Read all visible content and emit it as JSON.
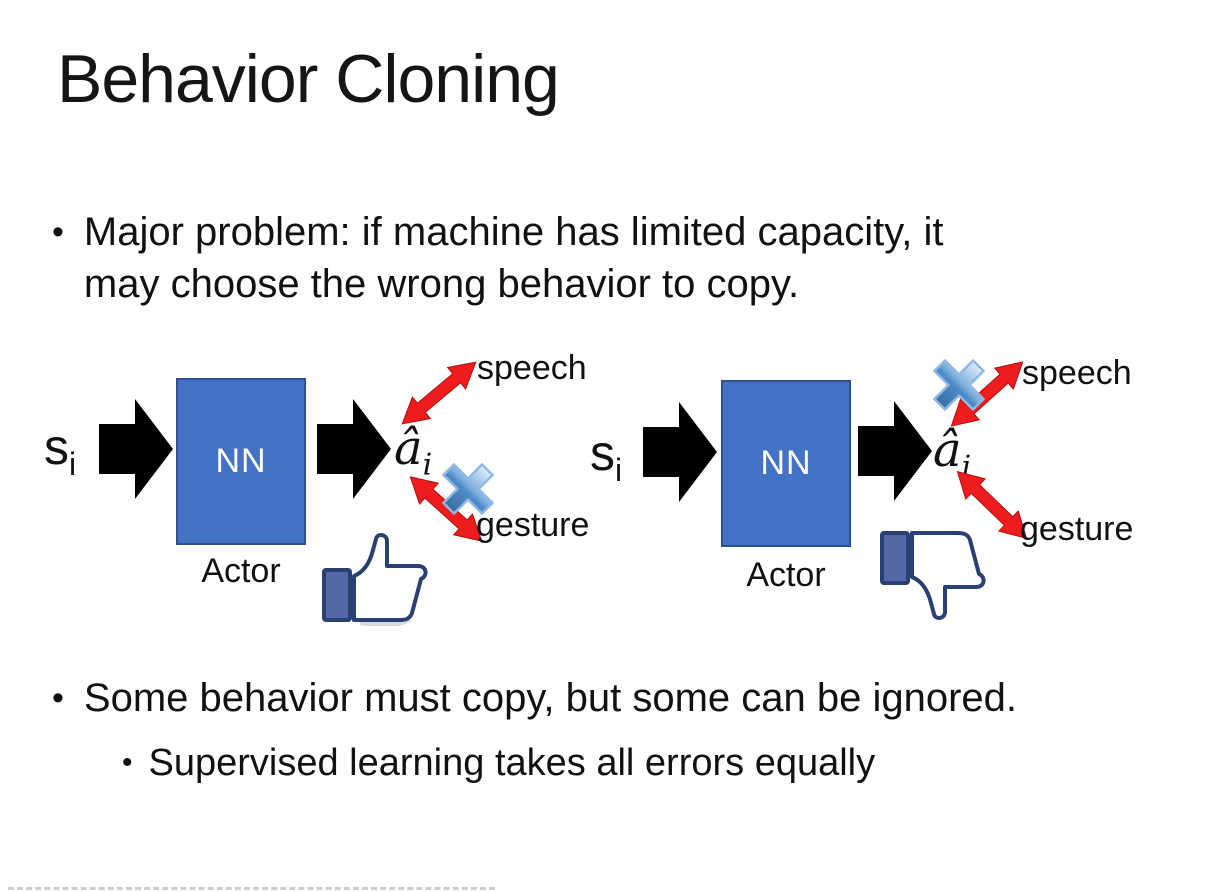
{
  "slide": {
    "title": "Behavior Cloning",
    "bullet_char": "•",
    "bullets": {
      "main1_lines": [
        "Major problem: if machine has limited capacity, it",
        "may choose the wrong behavior to copy."
      ],
      "main2": "Some behavior must copy, but some can be ignored.",
      "sub1": "Supervised learning takes all errors equally"
    },
    "diagrams": [
      {
        "side": "left",
        "input": {
          "base": "s",
          "sub": "i"
        },
        "nn_label": "NN",
        "caption": "Actor",
        "output": {
          "base": "â",
          "sub": "i"
        },
        "branches": [
          {
            "label": "speech",
            "crossed": false
          },
          {
            "label": "gesture",
            "crossed": true
          }
        ],
        "feedback": "thumbs-up"
      },
      {
        "side": "right",
        "input": {
          "base": "s",
          "sub": "i"
        },
        "nn_label": "NN",
        "caption": "Actor",
        "output": {
          "base": "â",
          "sub": "i"
        },
        "branches": [
          {
            "label": "speech",
            "crossed": true
          },
          {
            "label": "gesture",
            "crossed": false
          }
        ],
        "feedback": "thumbs-down"
      }
    ],
    "colors": {
      "nn_fill": "#4472C4",
      "nn_border": "#2F528F",
      "block_arrow": "#000000",
      "branch_arrow": "#ee1c1c",
      "cross_blue": "#4f8cc9",
      "thumb_outline": "#2a3f73",
      "thumb_cuff": "#5568a5",
      "text": "#111111"
    }
  }
}
